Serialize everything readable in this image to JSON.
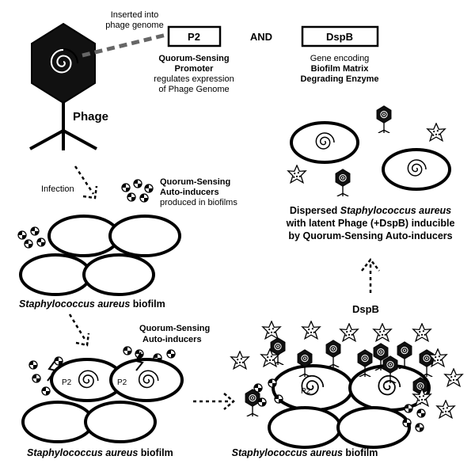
{
  "labels": {
    "inserted_line1": "Inserted into",
    "inserted_line2": "phage genome",
    "phage": "Phage",
    "p2_box": "P2",
    "and": "AND",
    "dspb_box": "DspB",
    "qs_promoter_1": "Quorum-Sensing",
    "qs_promoter_2": "Promoter",
    "qs_promoter_3": "regulates expression",
    "qs_promoter_4": "of Phage Genome",
    "gene_1": "Gene encoding",
    "gene_2": "Biofilm Matrix",
    "gene_3": "Degrading Enzyme",
    "infection": "Infection",
    "qs_auto_1": "Quorum-Sensing",
    "qs_auto_2": "Auto-inducers",
    "qs_auto_3": "produced in biofilms",
    "biofilm_1_species": "Staphylococcus aureus",
    "biofilm_1_suffix": " biofilm",
    "qs_auto_b_1": "Quorum-Sensing",
    "qs_auto_b_2": "Auto-inducers",
    "p2_small_1": "P2",
    "p2_small_2": "P2",
    "p2_small_3": "P2",
    "biofilm_2_species": "Staphylococcus aureus",
    "biofilm_2_suffix": " biofilm",
    "biofilm_3_species": "Staphylococcus aureus",
    "biofilm_3_suffix": " biofilm",
    "dspb_arrow": "DspB",
    "dispersed_1a": "Dispersed ",
    "dispersed_1b": "Staphylococcus aureus",
    "dispersed_2": "with latent Phage (+DspB) inducible",
    "dispersed_3": "by Quorum-Sensing Auto-inducers"
  }
}
